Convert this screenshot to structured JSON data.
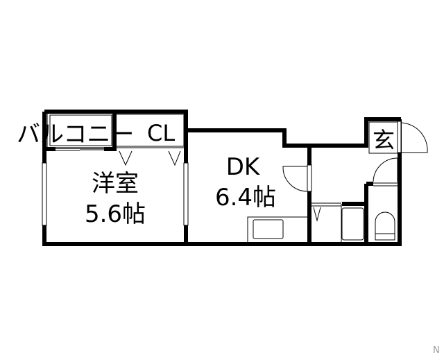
{
  "rooms": {
    "balcony": "バルコニー",
    "closet": "CL",
    "western_room": {
      "name": "洋室",
      "size": "5.6帖"
    },
    "dining_kitchen": {
      "name": "DK",
      "size": "6.4帖"
    },
    "entrance": "玄"
  },
  "compass": "N"
}
